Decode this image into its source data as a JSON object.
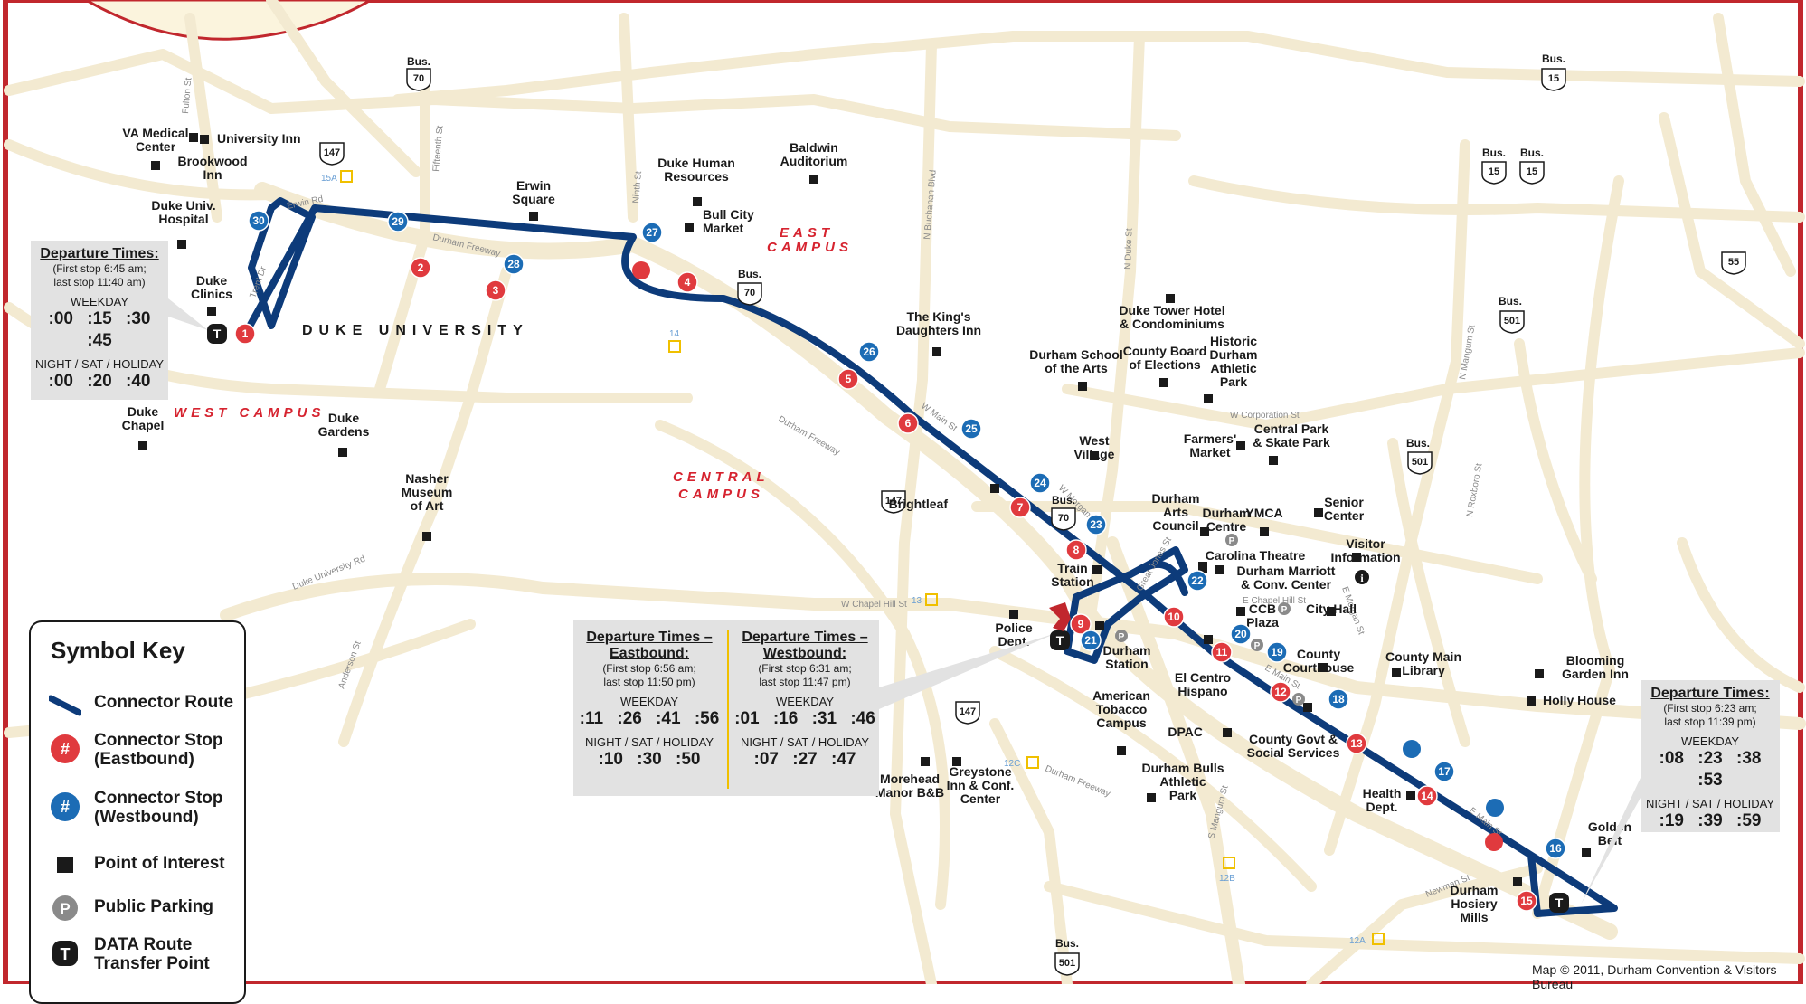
{
  "campuses": {
    "duke_university": "DUKE UNIVERSITY",
    "west_campus": "WEST CAMPUS",
    "east_campus_1": "EAST",
    "east_campus_2": "CAMPUS",
    "central_campus_1": "CENTRAL",
    "central_campus_2": "CAMPUS"
  },
  "poi": [
    {
      "lines": [
        "VA Medical",
        "Center"
      ]
    },
    {
      "lines": [
        "University Inn"
      ]
    },
    {
      "lines": [
        "Brookwood",
        "Inn"
      ]
    },
    {
      "lines": [
        "Duke Univ.",
        "Hospital"
      ]
    },
    {
      "lines": [
        "Duke",
        "Clinics"
      ]
    },
    {
      "lines": [
        "Duke",
        "Chapel"
      ]
    },
    {
      "lines": [
        "Duke",
        "Gardens"
      ]
    },
    {
      "lines": [
        "Nasher",
        "Museum",
        "of Art"
      ]
    },
    {
      "lines": [
        "Erwin",
        "Square"
      ]
    },
    {
      "lines": [
        "Duke Human",
        "Resources"
      ]
    },
    {
      "lines": [
        "Bull City",
        "Market"
      ]
    },
    {
      "lines": [
        "Baldwin",
        "Auditorium"
      ]
    },
    {
      "lines": [
        "The King's",
        "Daughters Inn"
      ]
    },
    {
      "lines": [
        "Brightleaf"
      ]
    },
    {
      "lines": [
        "Durham School",
        "of the Arts"
      ]
    },
    {
      "lines": [
        "County Board",
        "of Elections"
      ]
    },
    {
      "lines": [
        "Duke Tower Hotel",
        "& Condominiums"
      ]
    },
    {
      "lines": [
        "Historic",
        "Durham",
        "Athletic",
        "Park"
      ]
    },
    {
      "lines": [
        "West",
        "Village"
      ]
    },
    {
      "lines": [
        "Farmers'",
        "Market"
      ]
    },
    {
      "lines": [
        "Central Park",
        "& Skate Park"
      ]
    },
    {
      "lines": [
        "Durham",
        "Arts",
        "Council"
      ]
    },
    {
      "lines": [
        "Durham",
        "Centre"
      ]
    },
    {
      "lines": [
        "YMCA"
      ]
    },
    {
      "lines": [
        "Senior",
        "Center"
      ]
    },
    {
      "lines": [
        "Visitor",
        "Information"
      ]
    },
    {
      "lines": [
        "Carolina Theatre"
      ]
    },
    {
      "lines": [
        "Durham Marriott",
        "& Conv. Center"
      ]
    },
    {
      "lines": [
        "Train",
        "Station"
      ]
    },
    {
      "lines": [
        "Police",
        "Dept."
      ]
    },
    {
      "lines": [
        "Durham",
        "Station"
      ]
    },
    {
      "lines": [
        "CCB",
        "Plaza"
      ]
    },
    {
      "lines": [
        "City Hall"
      ]
    },
    {
      "lines": [
        "El Centro",
        "Hispano"
      ]
    },
    {
      "lines": [
        "County",
        "Courthouse"
      ]
    },
    {
      "lines": [
        "American",
        "Tobacco",
        "Campus"
      ]
    },
    {
      "lines": [
        "DPAC"
      ]
    },
    {
      "lines": [
        "County Govt &",
        "Social Services"
      ]
    },
    {
      "lines": [
        "County Main",
        "Library"
      ]
    },
    {
      "lines": [
        "Blooming",
        "Garden Inn"
      ]
    },
    {
      "lines": [
        "Holly House"
      ]
    },
    {
      "lines": [
        "Health",
        "Dept."
      ]
    },
    {
      "lines": [
        "Golden",
        "Belt"
      ]
    },
    {
      "lines": [
        "Durham Bulls",
        "Athletic",
        "Park"
      ]
    },
    {
      "lines": [
        "Morehead",
        "Manor B&B"
      ]
    },
    {
      "lines": [
        "Greystone",
        "Inn & Conf.",
        "Center"
      ]
    },
    {
      "lines": [
        "Durham",
        "Hosiery",
        "Mills"
      ]
    }
  ],
  "streets": [
    "Erwin Rd",
    "Trent Dr",
    "Durham Freeway",
    "Durham Freeway",
    "Durham Freeway",
    "W Main St",
    "W Chapel Hill St",
    "Duke University Rd",
    "Anderson St",
    "Fulton St",
    "Fifteenth St",
    "Ninth St",
    "N Buchanan Blvd",
    "N Duke St",
    "W Morgan St",
    "Great Jones St",
    "W Corporation St",
    "E Chapel Hill St",
    "E Morgan St",
    "E Main St",
    "N Mangum St",
    "N Roxboro St",
    "S Mangum St",
    "Newman St",
    "E Main St"
  ],
  "route_labels": [
    "15A",
    "14",
    "13",
    "12C",
    "12B",
    "12A"
  ],
  "shields": [
    "Bus.",
    "70",
    "147",
    "Bus.",
    "70",
    "147",
    "147",
    "Bus.",
    "70",
    "Bus.",
    "15",
    "Bus.",
    "15",
    "Bus.",
    "15",
    "Bus.",
    "501",
    "Bus.",
    "501",
    "Bus.",
    "501",
    "55"
  ],
  "eastbound_stops": [
    "1",
    "2",
    "3",
    "4",
    "5",
    "6",
    "7",
    "8",
    "9",
    "10",
    "11",
    "12",
    "13",
    "14",
    "15"
  ],
  "westbound_stops": [
    "16",
    "17",
    "18",
    "19",
    "20",
    "21",
    "22",
    "23",
    "24",
    "25",
    "26",
    "27",
    "28",
    "29",
    "30"
  ],
  "transfer_glyph": "T",
  "parking_glyph": "P",
  "info_glyph": "i",
  "departures": {
    "west": {
      "title": "Departure Times:",
      "first": "(First stop 6:45 am;",
      "last": "last stop 11:40 am)",
      "weekday_label": "WEEKDAY",
      "weekday": ":00 :15 :30 :45",
      "night_label": "NIGHT / SAT / HOLIDAY",
      "night": ":00 :20 :40"
    },
    "eastbound": {
      "title1": "Departure Times –",
      "title2": "Eastbound:",
      "first": "(First stop 6:56 am;",
      "last": "last stop 11:50 pm)",
      "weekday_label": "WEEKDAY",
      "weekday": ":11 :26 :41 :56",
      "night_label": "NIGHT / SAT / HOLIDAY",
      "night": ":10 :30 :50"
    },
    "westbound": {
      "title1": "Departure Times –",
      "title2": "Westbound:",
      "first": "(First stop 6:31 am;",
      "last": "last stop 11:47 pm)",
      "weekday_label": "WEEKDAY",
      "weekday": ":01 :16 :31 :46",
      "night_label": "NIGHT / SAT / HOLIDAY",
      "night": ":07 :27 :47"
    },
    "east": {
      "title": "Departure Times:",
      "first": "(First stop 6:23 am;",
      "last": "last stop 11:39 pm)",
      "weekday_label": "WEEKDAY",
      "weekday": ":08 :23 :38 :53",
      "night_label": "NIGHT / SAT / HOLIDAY",
      "night": ":19 :39 :59"
    }
  },
  "symbol_key": {
    "title": "Symbol Key",
    "connector_route": "Connector Route",
    "eastbound_1": "Connector Stop",
    "eastbound_2": "(Eastbound)",
    "westbound_1": "Connector Stop",
    "westbound_2": "(Westbound)",
    "poi": "Point of Interest",
    "parking": "Public Parking",
    "transfer_1": "DATA Route",
    "transfer_2": "Transfer Point",
    "stop_glyph": "#",
    "parking_glyph": "P",
    "transfer_glyph": "T"
  },
  "credit": "Map © 2011, Durham Convention & Visitors Bureau",
  "colors": {
    "border": "#c1272d",
    "route": "#0d3b7a",
    "eastbound": "#e03a3e",
    "westbound": "#1c6cb5",
    "road": "#f3ead1",
    "callout": "#e2e2e2"
  }
}
